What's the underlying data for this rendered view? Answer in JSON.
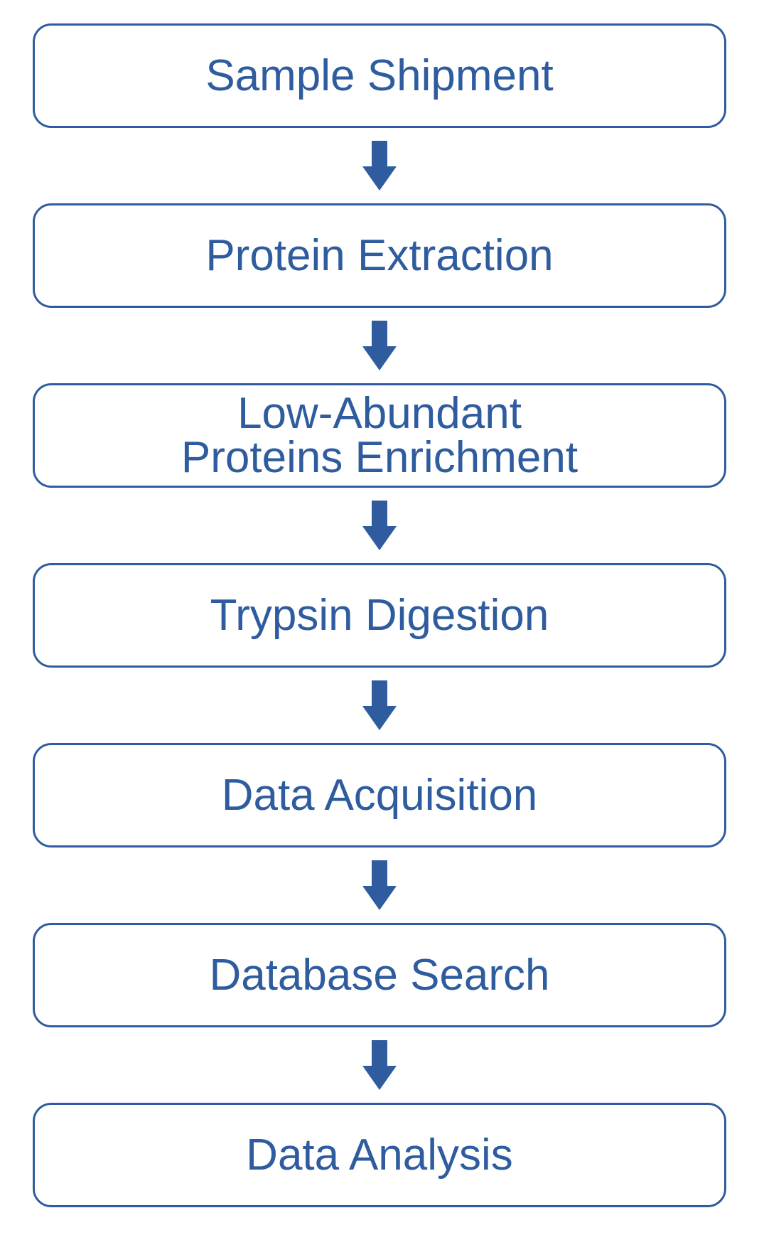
{
  "colors": {
    "accent": "#2E5C9E",
    "background": "#FFFFFF"
  },
  "flowchart": {
    "type": "vertical-process-flow",
    "connector": "down-arrow",
    "steps": [
      {
        "label": "Sample Shipment"
      },
      {
        "label": "Protein Extraction"
      },
      {
        "label": "Low-Abundant\nProteins Enrichment"
      },
      {
        "label": "Trypsin Digestion"
      },
      {
        "label": "Data Acquisition"
      },
      {
        "label": "Database Search"
      },
      {
        "label": "Data Analysis"
      }
    ]
  }
}
